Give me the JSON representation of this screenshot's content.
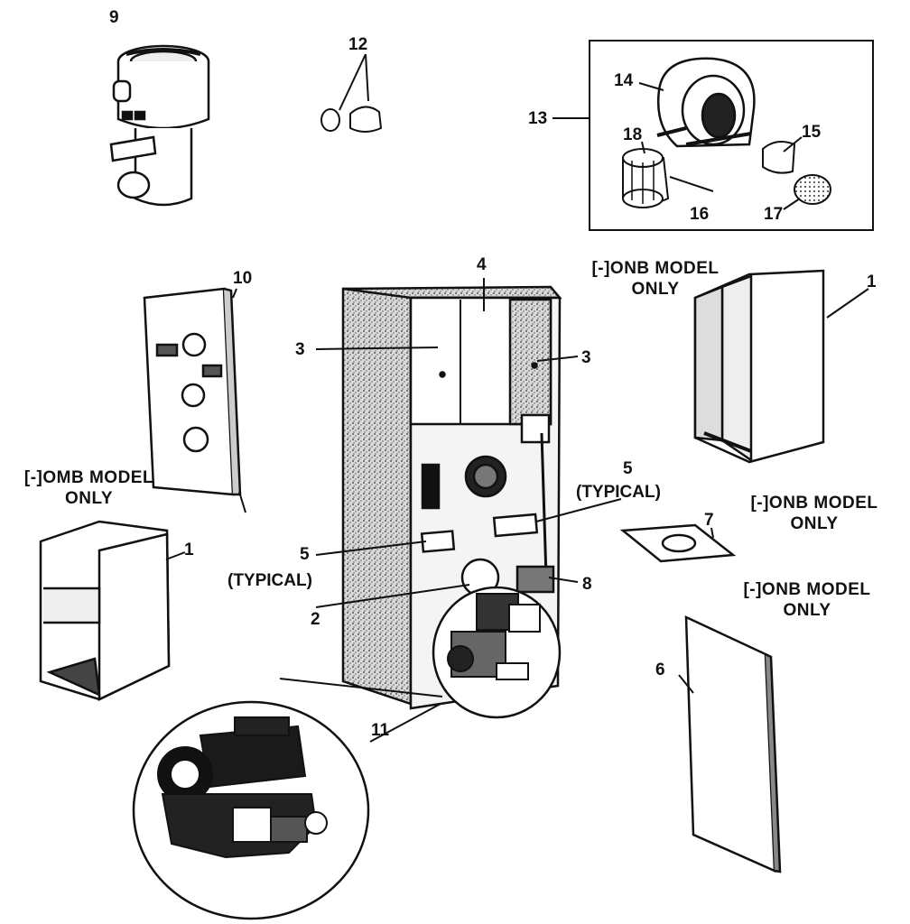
{
  "diagram": {
    "callouts": {
      "c1a": "1",
      "c1b": "1",
      "c2": "2",
      "c3a": "3",
      "c3b": "3",
      "c4": "4",
      "c5a": "5",
      "c5a_sub": "(TYPICAL)",
      "c5b": "5",
      "c5b_sub": "(TYPICAL)",
      "c6": "6",
      "c7": "7",
      "c8": "8",
      "c9": "9",
      "c10": "10",
      "c11": "11",
      "c12": "12",
      "c13": "13",
      "c14": "14",
      "c15": "15",
      "c16": "16",
      "c17": "17",
      "c18": "18"
    },
    "notes": {
      "onb_top": {
        "line1": "[-]ONB MODEL",
        "line2": "ONLY"
      },
      "omb_left": {
        "line1": "[-]OMB MODEL",
        "line2": "ONLY"
      },
      "onb_mid": {
        "line1": "[-]ONB MODEL",
        "line2": "ONLY"
      },
      "onb_low": {
        "line1": "[-]ONB MODEL",
        "line2": "ONLY"
      }
    }
  }
}
